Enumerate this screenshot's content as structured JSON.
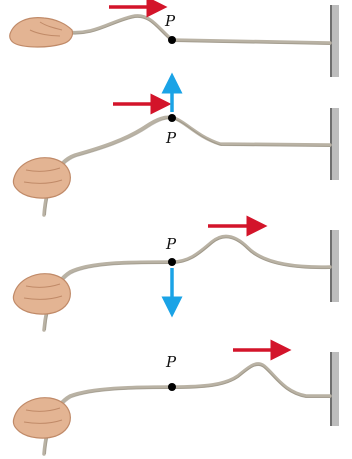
{
  "point_label": "P",
  "colors": {
    "rope": "#b9b2a4",
    "rope_shadow": "#8f887a",
    "hand": "#e3b493",
    "hand_shadow": "#c08a68",
    "wall": "#bdbdbd",
    "wall_edge": "#6f6f6f",
    "pulse_arrow": "#d3142a",
    "motion_arrow": "#1aa3e6",
    "point": "#000000"
  },
  "panels": [
    {
      "label": "P"
    },
    {
      "label": "P"
    },
    {
      "label": "P"
    },
    {
      "label": "P"
    }
  ]
}
